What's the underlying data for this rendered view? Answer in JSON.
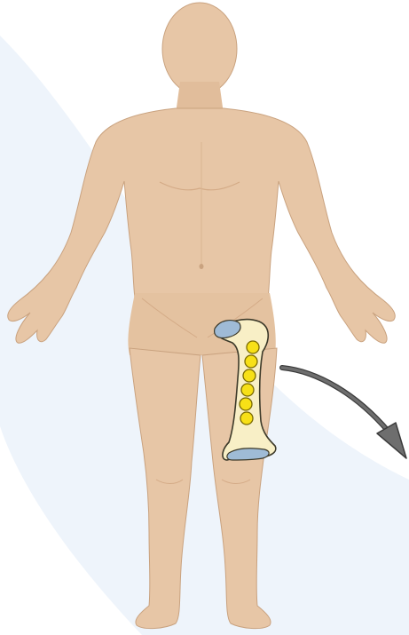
{
  "figure": {
    "subject": "human-body-front-view",
    "highlighted_bone": "femur",
    "implant": "yellow-spheres",
    "sphere_count": 6,
    "pointer": "callout-arrow"
  },
  "colors": {
    "background_band": "#eef4fb",
    "skin_fill": "#e7c6a6",
    "skin_shade": "#d8b08c",
    "skin_outline": "#c9a27f",
    "bone_fill": "#f8efc6",
    "bone_outline": "#3d3a2a",
    "cartilage_fill": "#9fbbd6",
    "sphere_fill": "#f7e017",
    "sphere_outline": "#7a6a00",
    "arrow_fill": "#6e6e6e",
    "arrow_outline": "#3b3b3b"
  }
}
